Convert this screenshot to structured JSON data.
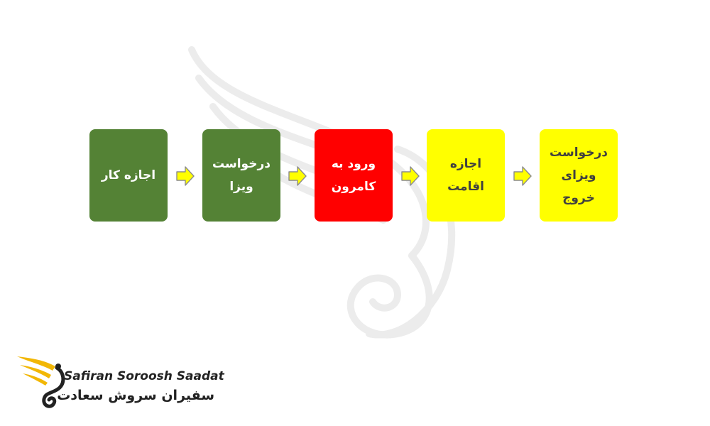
{
  "colors": {
    "green": "#548235",
    "red": "#ff0000",
    "yellow": "#ffff00",
    "text_dark": "#404040",
    "text_light": "#ffffff",
    "arrow_fill": "#ffff00",
    "arrow_stroke": "#8c8c8c",
    "logo_gold": "#f2b705"
  },
  "steps": [
    {
      "label": "اجازه کار",
      "color": "#548235",
      "text_color": "#ffffff"
    },
    {
      "label": "درخواست\nویزا",
      "color": "#548235",
      "text_color": "#ffffff"
    },
    {
      "label": "ورود به\nکامرون",
      "color": "#ff0000",
      "text_color": "#ffffff"
    },
    {
      "label": "اجازه\nاقامت",
      "color": "#ffff00",
      "text_color": "#404040"
    },
    {
      "label": "درخواست\nویزای\nخروج",
      "color": "#ffff00",
      "text_color": "#404040"
    }
  ],
  "arrows": [
    {
      "icon": "chevron-right-arrow-icon"
    },
    {
      "icon": "chevron-right-arrow-icon"
    },
    {
      "icon": "chevron-right-arrow-icon"
    },
    {
      "icon": "chevron-right-arrow-icon"
    }
  ],
  "logo": {
    "name_en": "Safiran Soroosh Saadat",
    "name_fa": "سفیران سروش سعادت",
    "icon": "phoenix-wing-logo-icon"
  },
  "watermark": {
    "icon": "phoenix-wing-watermark-icon"
  }
}
